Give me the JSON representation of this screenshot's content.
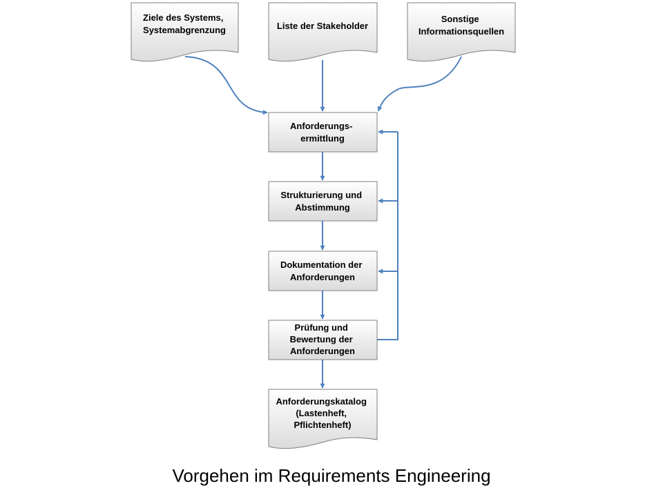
{
  "colors": {
    "box_fill_top": "#ffffff",
    "box_fill_bottom": "#dcdcdc",
    "border": "#7f7f7f",
    "arrow": "#4f81bd",
    "text": "#000000"
  },
  "inputs": [
    {
      "id": "ziele",
      "lines": [
        "Ziele des Systems,",
        "Systemabgrenzung"
      ]
    },
    {
      "id": "stakeholder",
      "lines": [
        "Liste der Stakeholder"
      ]
    },
    {
      "id": "sonstige",
      "lines": [
        "Sonstige",
        "Informationsquellen"
      ]
    }
  ],
  "steps": [
    {
      "id": "ermittlung",
      "lines": [
        "Anforderungs-",
        "ermittlung"
      ]
    },
    {
      "id": "strukturierung",
      "lines": [
        "Strukturierung und",
        "Abstimmung"
      ]
    },
    {
      "id": "dokumentation",
      "lines": [
        "Dokumentation der",
        "Anforderungen"
      ]
    },
    {
      "id": "pruefung",
      "lines": [
        "Prüfung und",
        "Bewertung der",
        "Anforderungen"
      ]
    }
  ],
  "output": {
    "id": "katalog",
    "lines": [
      "Anforderungskatalog",
      "(Lastenheft,",
      "Pflichtenheft)"
    ]
  },
  "caption": "Vorgehen im Requirements Engineering"
}
